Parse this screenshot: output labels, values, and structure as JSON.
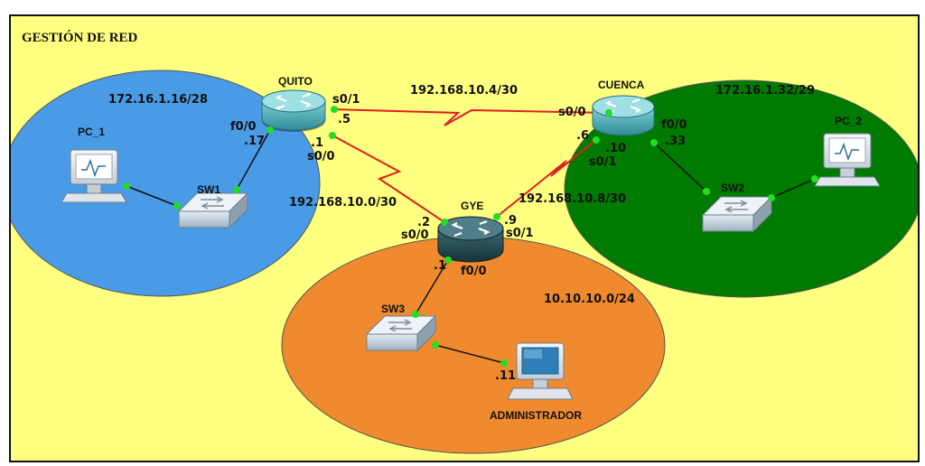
{
  "title": "GESTIÓN DE RED",
  "networks": {
    "quito_lan": "172.16.1.16/28",
    "cuenca_lan": "172.16.1.32/29",
    "gye_lan": "10.10.10.0/24",
    "quito_cuenca": "192.168.10.4/30",
    "quito_gye": "192.168.10.0/30",
    "cuenca_gye": "192.168.10.8/30"
  },
  "devices": {
    "quito": "QUITO",
    "cuenca": "CUENCA",
    "gye": "GYE",
    "sw1": "SW1",
    "sw2": "SW2",
    "sw3": "SW3",
    "pc1": "PC_1",
    "pc2": "PC_2",
    "admin": "ADMINISTRADOR"
  },
  "interfaces": {
    "quito_s01": "s0/1",
    "quito_s01_ip": ".5",
    "quito_f00": "f0/0",
    "quito_f00_ip": ".17",
    "quito_s00_ip": ".1",
    "quito_s00": "s0/0",
    "cuenca_s00": "s0/0",
    "cuenca_s00_ip": ".6",
    "cuenca_f00": "f0/0",
    "cuenca_f00_ip": ".33",
    "cuenca_s01_ip": ".10",
    "cuenca_s01": "s0/1",
    "gye_s00_ip": ".2",
    "gye_s00": "s0/0",
    "gye_s01_ip": ".9",
    "gye_s01": "s0/1",
    "gye_f00_ip": ".1",
    "gye_f00": "f0/0",
    "admin_ip": ".11"
  },
  "colors": {
    "background": "#ffff80",
    "quito_zone": "#4a9be6",
    "cuenca_zone": "#007a00",
    "gye_zone": "#ef8a2e",
    "serial_link": "#e02020",
    "ethernet_link": "#111111",
    "port_dot": "#22dd22"
  }
}
